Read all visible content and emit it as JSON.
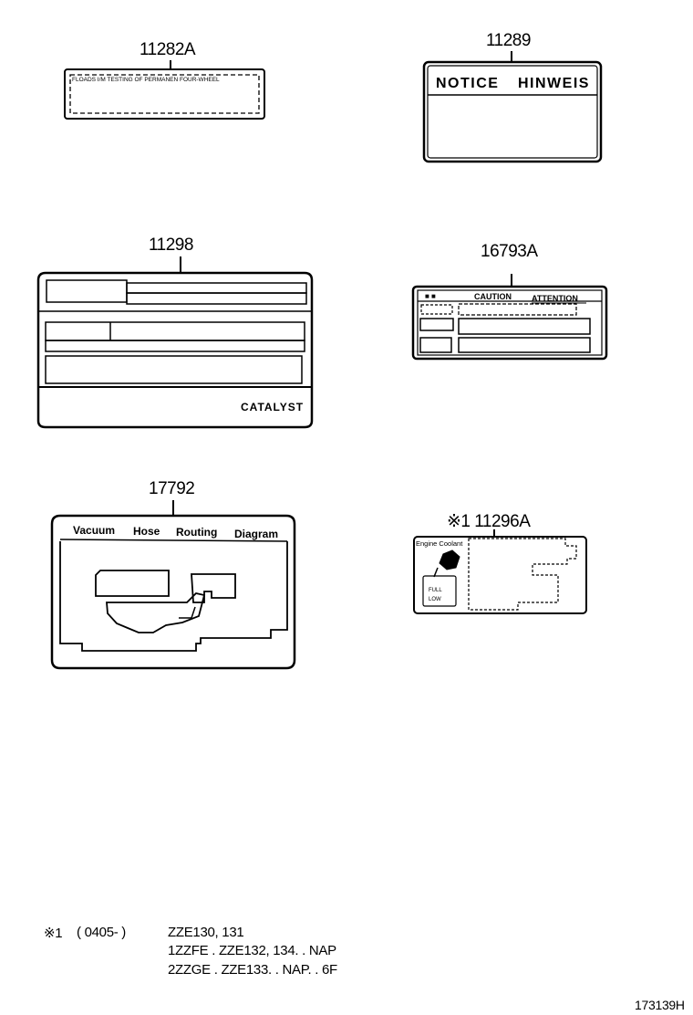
{
  "diagram_code": "173139H",
  "labels": {
    "l11282a": {
      "part_no": "11282A",
      "text": "FLOADS I/M TESTING OF PERMANEN FOUR-WHEEL"
    },
    "l11289": {
      "part_no": "11289",
      "notice": "NOTICE",
      "hinweis": "HINWEIS"
    },
    "l11298": {
      "part_no": "11298",
      "catalyst": "CATALYST"
    },
    "l16793a": {
      "part_no": "16793A",
      "caution": "CAUTION",
      "attention": "ATTENTION"
    },
    "l17792": {
      "part_no": "17792",
      "w1": "Vacuum",
      "w2": "Hose",
      "w3": "Routing",
      "w4": "Diagram"
    },
    "l11296a": {
      "part_no": "※1 11296A",
      "coolant": "Engine Coolant",
      "full": "FULL",
      "low": "LOW"
    }
  },
  "footnote": {
    "mark": "※1",
    "range": "( 0405-          )",
    "line1": "ZZE130, 131",
    "line2": "1ZZFE . ZZE132, 134. . NAP",
    "line3": "2ZZGE . ZZE133. . NAP. . 6F"
  }
}
